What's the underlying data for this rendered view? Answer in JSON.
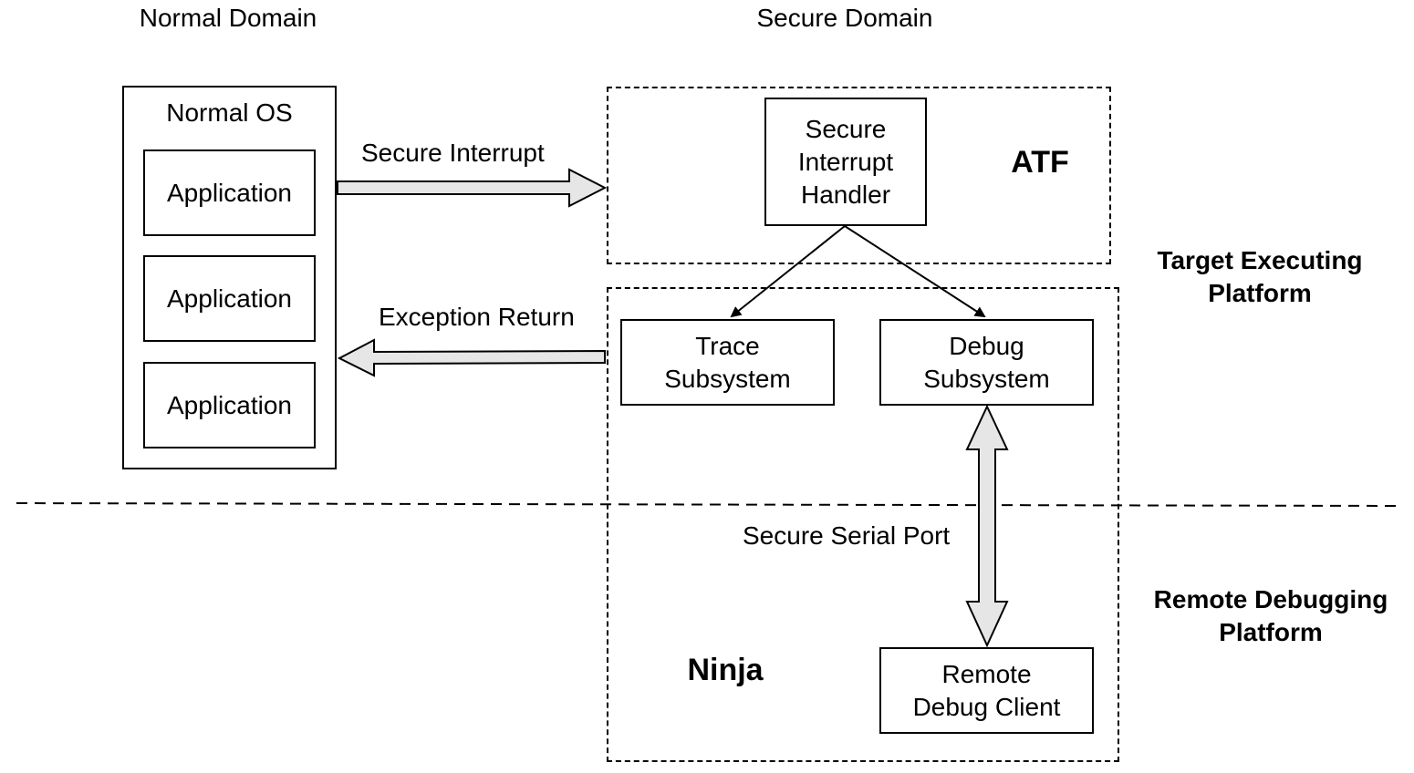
{
  "headers": {
    "normal_domain": "Normal Domain",
    "secure_domain": "Secure Domain"
  },
  "normal_os": {
    "title": "Normal OS",
    "applications": [
      "Application",
      "Application",
      "Application"
    ]
  },
  "arrows": {
    "secure_interrupt": "Secure Interrupt",
    "exception_return": "Exception Return",
    "secure_serial_port": "Secure Serial Port"
  },
  "atf": {
    "label": "ATF",
    "handler": "Secure\nInterrupt\nHandler"
  },
  "subsystems": {
    "trace": "Trace\nSubsystem",
    "debug": "Debug\nSubsystem"
  },
  "ninja": {
    "label": "Ninja",
    "remote_client": "Remote\nDebug Client"
  },
  "platforms": {
    "target": "Target Executing\nPlatform",
    "remote": "Remote Debugging\nPlatform"
  }
}
